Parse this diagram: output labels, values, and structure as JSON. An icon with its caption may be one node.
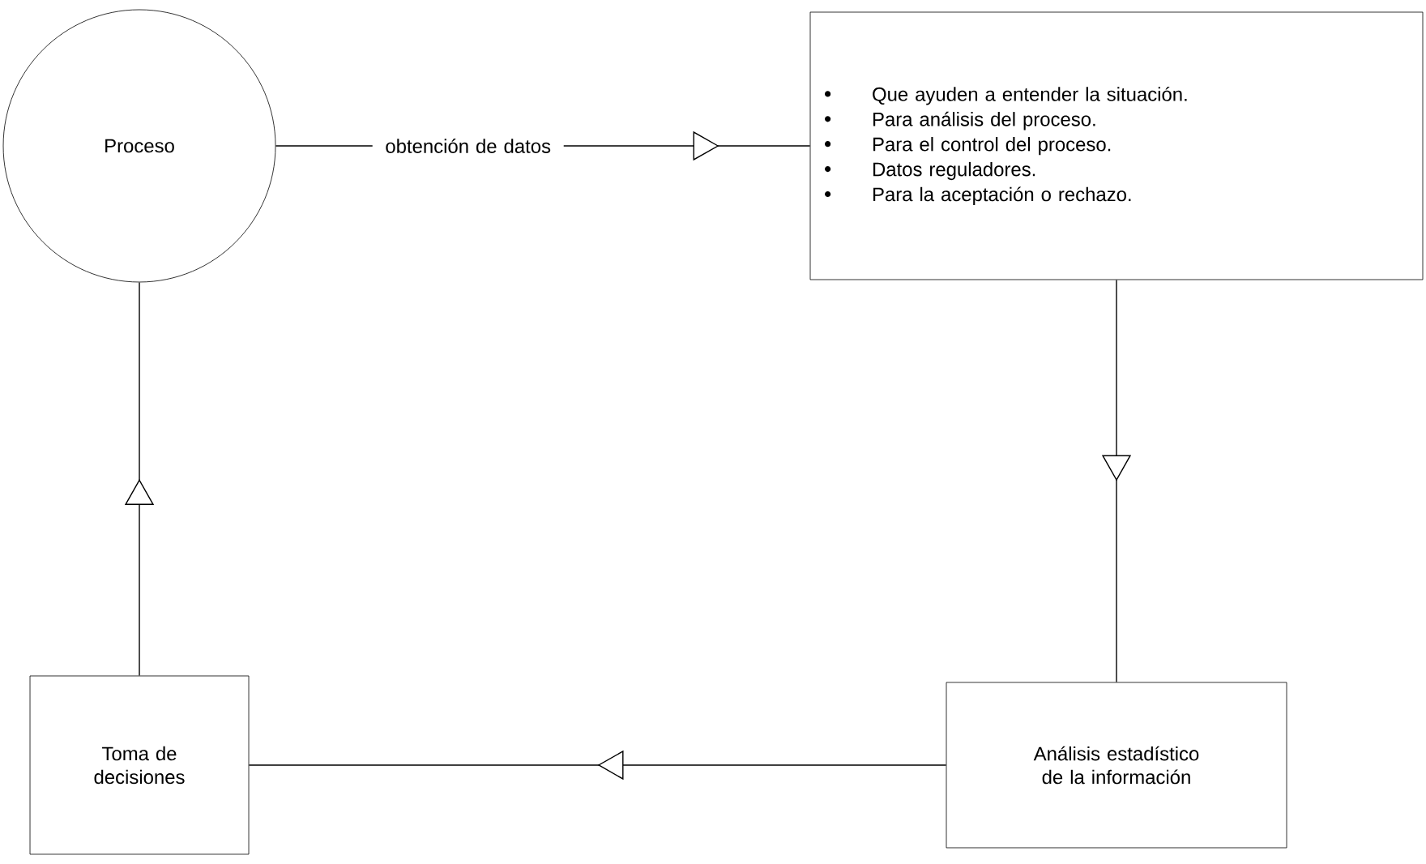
{
  "diagram": {
    "nodes": [
      {
        "text": [
          "Proceso"
        ]
      },
      {
        "text": [
          "Que ayuden a entender la situación.",
          "Para análisis del proceso.",
          "Para el control del proceso.",
          "Datos reguladores.",
          "Para la aceptación o rechazo."
        ]
      },
      {
        "text": [
          "Toma de decisiones"
        ]
      },
      {
        "text": [
          "Análisis estadístico de la información"
        ]
      }
    ],
    "edges": [
      {
        "from": 0,
        "to": 1,
        "arrow": "to",
        "label": "obtención de datos"
      },
      {
        "from": 1,
        "to": 3,
        "arrow": "to"
      },
      {
        "from": 3,
        "to": 2,
        "arrow": "to"
      },
      {
        "from": 2,
        "to": 0,
        "arrow": "to"
      }
    ]
  }
}
